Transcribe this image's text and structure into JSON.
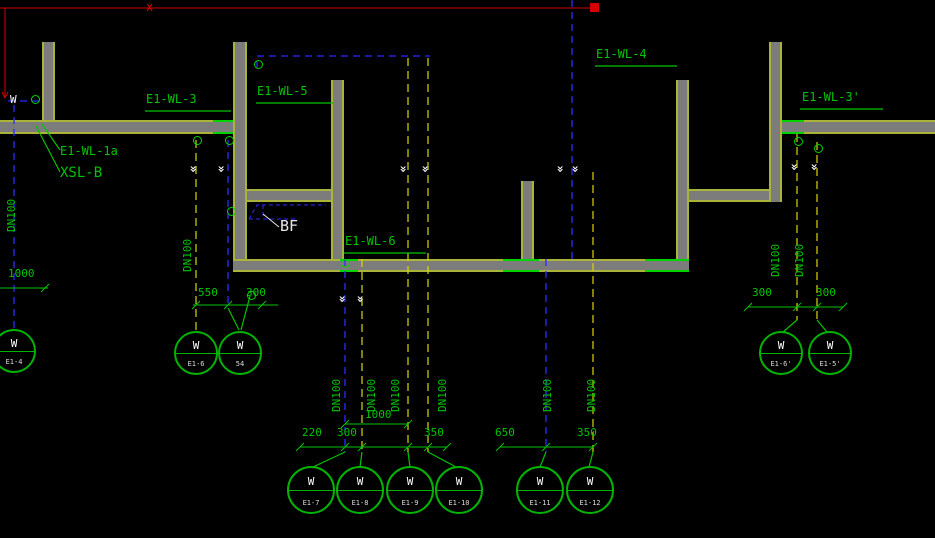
{
  "colors": {
    "green": "#00c400",
    "blue": "#2b2bff",
    "yellow": "#d8d800",
    "red": "#d40000",
    "wall_fill": "#7c7c7c",
    "wall_edge": "#aab43a",
    "white": "#ffffff"
  },
  "icons": {
    "flow_arrow": "»"
  },
  "texts": {
    "axis_x": "x",
    "w_symbol": "W",
    "bf": "BF",
    "wl1a": "E1-WL-1a",
    "xslb": "XSL-B",
    "wl3": "E1-WL-3",
    "wl5": "E1-WL-5",
    "wl4": "E1-WL-4",
    "wl3p": "E1-WL-3'",
    "wl6": "E1-WL-6",
    "dn100": "DN100"
  },
  "dims": {
    "left_1000": "1000",
    "d550": "550",
    "d300a": "300",
    "d220": "220",
    "d300b": "300",
    "mid_1000": "1000",
    "d350a": "350",
    "d650": "650",
    "d350b": "350",
    "d300r1": "300",
    "d300r2": "300"
  },
  "manholes": [
    {
      "letter": "W",
      "label": "E1-4"
    },
    {
      "letter": "W",
      "label": "E1-6"
    },
    {
      "letter": "W",
      "label": "54"
    },
    {
      "letter": "W",
      "label": "E1-7"
    },
    {
      "letter": "W",
      "label": "E1-8"
    },
    {
      "letter": "W",
      "label": "E1-9"
    },
    {
      "letter": "W",
      "label": "E1-10"
    },
    {
      "letter": "W",
      "label": "E1-11"
    },
    {
      "letter": "W",
      "label": "E1-12"
    },
    {
      "letter": "W",
      "label": "E1-6'"
    },
    {
      "letter": "W",
      "label": "E1-5'"
    }
  ]
}
